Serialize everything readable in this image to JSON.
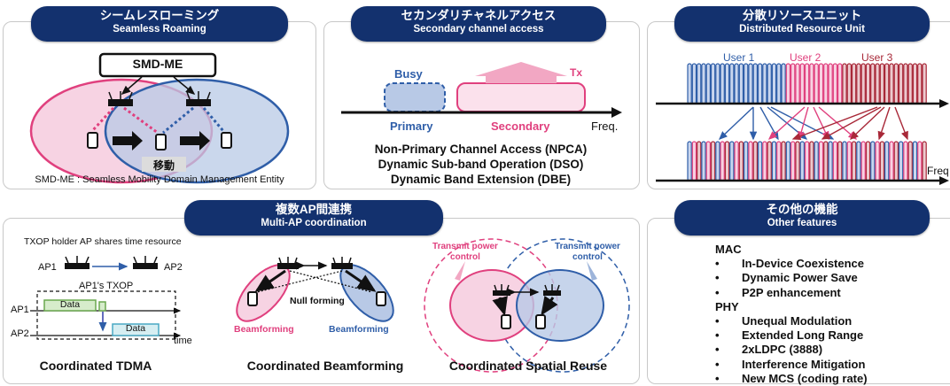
{
  "roaming": {
    "title_jp": "シームレスローミング",
    "title_en": "Seamless Roaming",
    "box_label": "SMD-ME",
    "move_label": "移動",
    "footnote": "SMD-ME : Seamless Mobility Domain Management Entity"
  },
  "secondary": {
    "title_jp": "セカンダリチャネルアクセス",
    "title_en": "Secondary channel access",
    "busy": "Busy",
    "tx": "Tx",
    "primary": "Primary",
    "secondary": "Secondary",
    "freq": "Freq.",
    "lines": [
      "Non-Primary Channel Access (NPCA)",
      "Dynamic Sub-band Operation (DSO)",
      "Dynamic Band Extension (DBE)"
    ]
  },
  "dru": {
    "title_jp": "分散リソースユニット",
    "title_en": "Distributed Resource Unit",
    "users": [
      "User 1",
      "User 2",
      "User 3"
    ],
    "freq": "Freq",
    "colors": {
      "user1": "#2f5ea8",
      "user2": "#e0407e",
      "user3": "#a82838"
    }
  },
  "multiap": {
    "title_jp": "複数AP間連携",
    "title_en": "Multi-AP coordination",
    "tdma": {
      "txop_note": "TXOP holder AP shares time resource",
      "ap1": "AP1",
      "ap2": "AP2",
      "txop_label": "AP1's TXOP",
      "data": "Data",
      "time": "time",
      "caption": "Coordinated TDMA"
    },
    "bf": {
      "null_forming": "Null forming",
      "beamforming": "Beamforming",
      "caption": "Coordinated Beamforming"
    },
    "sr": {
      "tpc_left": "Transmit power control",
      "tpc_right": "Transmit power control",
      "caption": "Coordinated Spatial Reuse"
    }
  },
  "other": {
    "title_jp": "その他の機能",
    "title_en": "Other features",
    "mac_header": "MAC",
    "mac_items": [
      "In-Device Coexistence",
      "Dynamic Power Save",
      "P2P enhancement"
    ],
    "phy_header": "PHY",
    "phy_items": [
      "Unequal Modulation",
      "Extended Long Range",
      "2xLDPC (3888)",
      "Interference Mitigation",
      "New MCS (coding rate)"
    ]
  }
}
